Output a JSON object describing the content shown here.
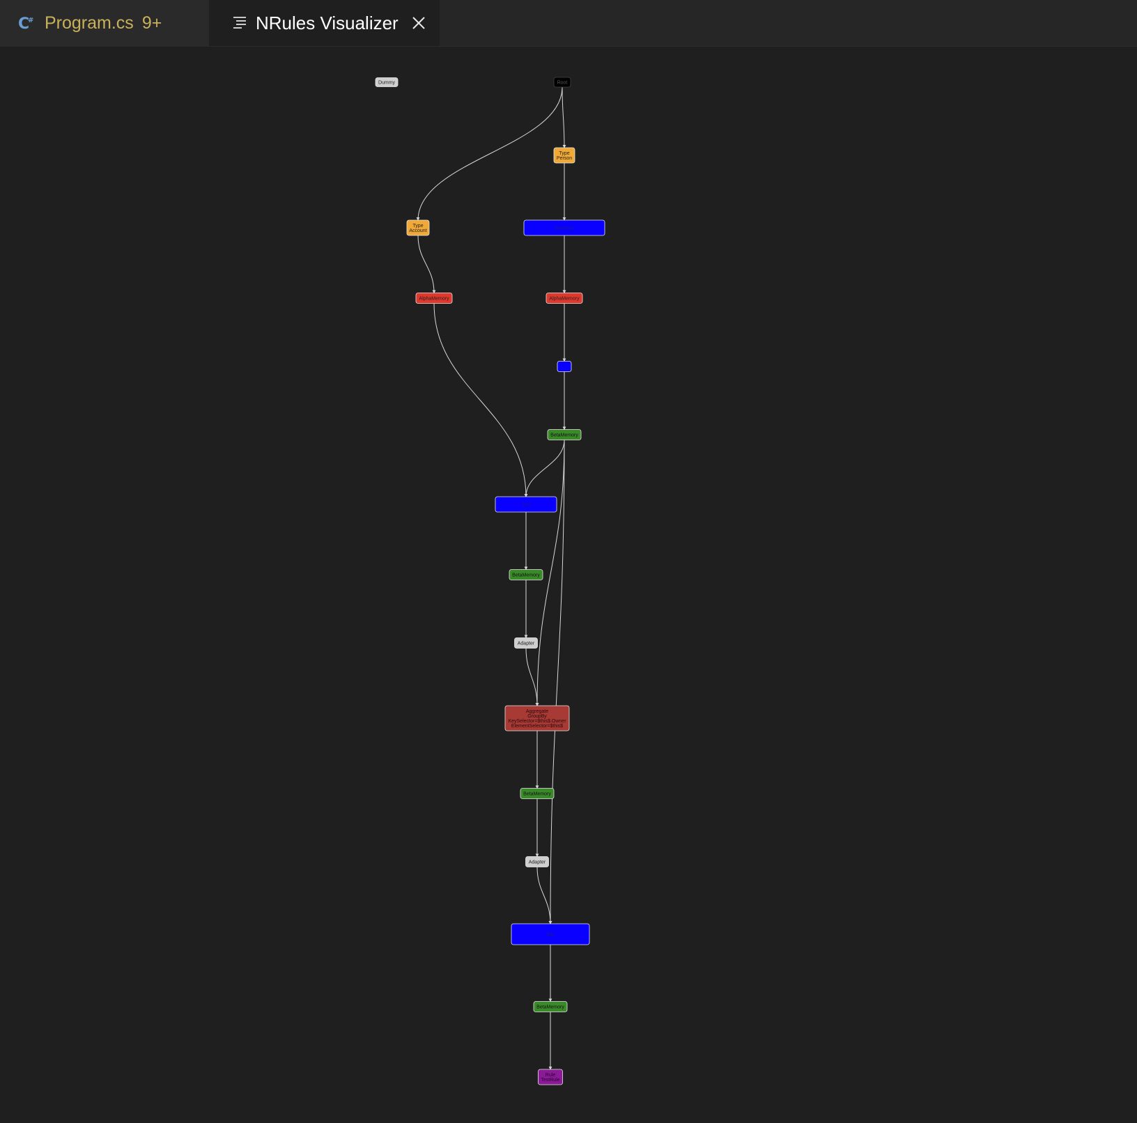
{
  "tabs": [
    {
      "label": "Program.cs",
      "badge": "9+",
      "icon": "csharp-file-icon"
    },
    {
      "label": "NRules Visualizer",
      "icon": "preview-icon"
    }
  ],
  "colors": {
    "background": "#1f1f1f",
    "type": "#f0a836",
    "alpha_memory": "#e0382c",
    "beta_memory": "#3a8a2a",
    "join": "#0a00ff",
    "adapter": "#cfcfcf",
    "aggregate": "#a83a36",
    "rule": "#8a1a96",
    "root": "#000000",
    "dummy": "#cfcfcf",
    "edge": "#d8d8d8"
  },
  "graph": {
    "nodes": [
      {
        "id": "dummy",
        "kind": "dummy",
        "lines": [
          "Dummy"
        ]
      },
      {
        "id": "root",
        "kind": "root",
        "lines": [
          "Root"
        ]
      },
      {
        "id": "type_person",
        "kind": "type",
        "lines": [
          "Type",
          "Person"
        ]
      },
      {
        "id": "type_account",
        "kind": "type",
        "lines": [
          "Type",
          "Account"
        ]
      },
      {
        "id": "selection_person",
        "kind": "join",
        "lines": [
          "Selection"
        ]
      },
      {
        "id": "alpha_account",
        "kind": "alpha_memory",
        "lines": [
          "AlphaMemory"
        ]
      },
      {
        "id": "alpha_person",
        "kind": "alpha_memory",
        "lines": [
          "AlphaMemory"
        ]
      },
      {
        "id": "join1",
        "kind": "join",
        "lines": []
      },
      {
        "id": "beta1",
        "kind": "beta_memory",
        "lines": [
          "BetaMemory"
        ]
      },
      {
        "id": "join2",
        "kind": "join",
        "lines": [
          "Join"
        ]
      },
      {
        "id": "beta2",
        "kind": "beta_memory",
        "lines": [
          "BetaMemory"
        ]
      },
      {
        "id": "adapter1",
        "kind": "adapter",
        "lines": [
          "Adapter"
        ]
      },
      {
        "id": "aggregate",
        "kind": "aggregate",
        "lines": [
          "Aggregate",
          "GroupBy",
          "KeySelector=$this$.Owner",
          "ElementSelector=$this$"
        ]
      },
      {
        "id": "beta3",
        "kind": "beta_memory",
        "lines": [
          "BetaMemory"
        ]
      },
      {
        "id": "adapter2",
        "kind": "adapter",
        "lines": [
          "Adapter"
        ]
      },
      {
        "id": "join3",
        "kind": "join",
        "lines": [
          "Join"
        ]
      },
      {
        "id": "beta4",
        "kind": "beta_memory",
        "lines": [
          "BetaMemory"
        ]
      },
      {
        "id": "rule",
        "kind": "rule",
        "lines": [
          "Rule",
          "TestRule"
        ]
      }
    ],
    "edges": [
      [
        "root",
        "type_person"
      ],
      [
        "root",
        "type_account"
      ],
      [
        "type_person",
        "selection_person"
      ],
      [
        "selection_person",
        "alpha_person"
      ],
      [
        "type_account",
        "alpha_account"
      ],
      [
        "alpha_person",
        "join1"
      ],
      [
        "join1",
        "beta1"
      ],
      [
        "alpha_account",
        "join2"
      ],
      [
        "beta1",
        "join2"
      ],
      [
        "beta1",
        "aggregate"
      ],
      [
        "beta1",
        "join3"
      ],
      [
        "join2",
        "beta2"
      ],
      [
        "beta2",
        "adapter1"
      ],
      [
        "adapter1",
        "aggregate"
      ],
      [
        "aggregate",
        "beta3"
      ],
      [
        "beta3",
        "adapter2"
      ],
      [
        "adapter2",
        "join3"
      ],
      [
        "join3",
        "beta4"
      ],
      [
        "beta4",
        "rule"
      ]
    ]
  }
}
